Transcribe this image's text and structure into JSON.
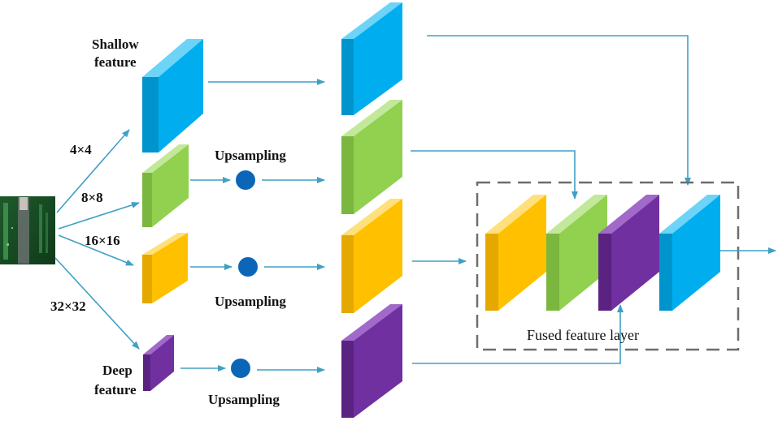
{
  "labels": {
    "shallow_line1": "Shallow",
    "shallow_line2": "feature",
    "deep_line1": "Deep",
    "deep_line2": "feature",
    "size_4": "4×4",
    "size_8": "8×8",
    "size_16": "16×16",
    "size_32": "32×32",
    "upsampling_1": "Upsampling",
    "upsampling_2": "Upsampling",
    "upsampling_3": "Upsampling",
    "fused": "Fused feature layer"
  },
  "colors": {
    "blue": "#00aeef",
    "green": "#92d050",
    "yellow": "#ffc000",
    "purple": "#7030a0",
    "arrow": "#3fa0c5",
    "circle": "#0c66b8",
    "dash": "#6d6d6d"
  }
}
